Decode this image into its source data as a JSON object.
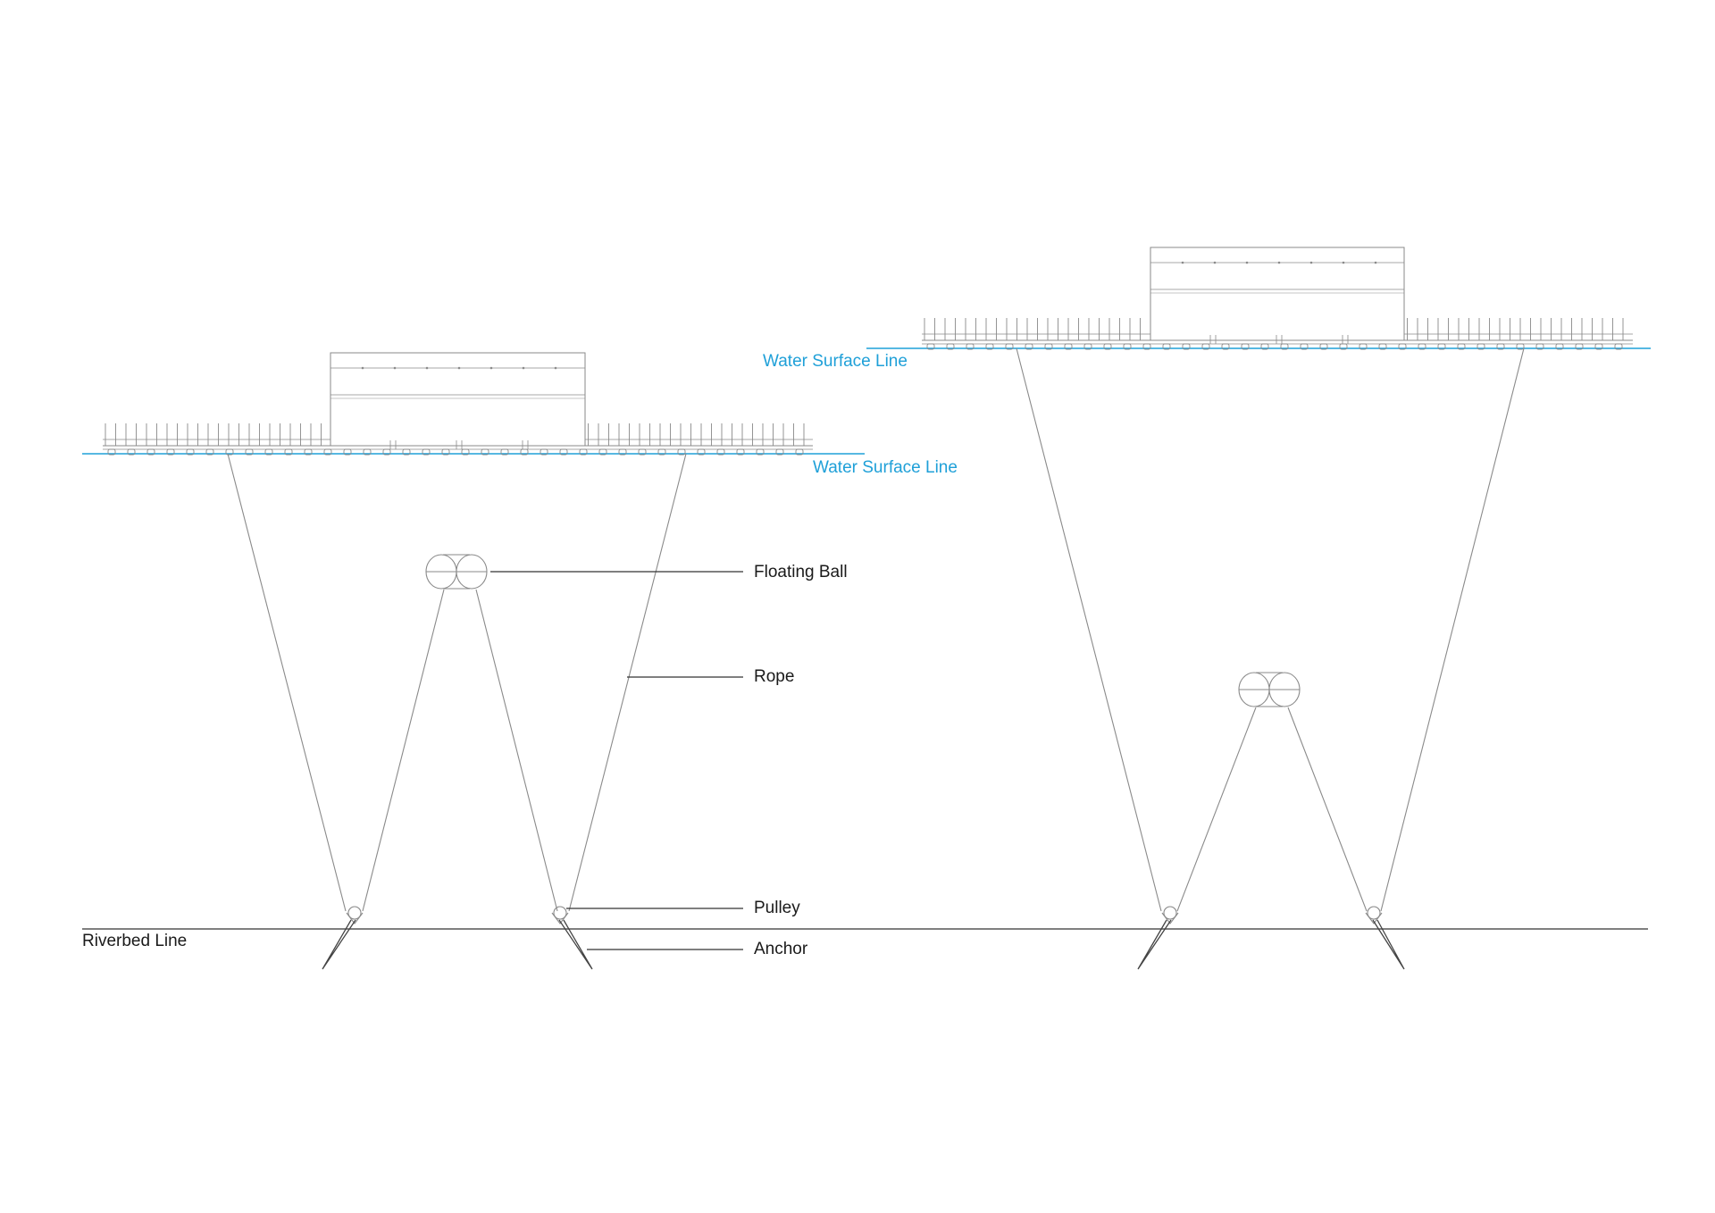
{
  "labels": {
    "water_surface_left": "Water Surface Line",
    "water_surface_right": "Water Surface Line",
    "floating_ball": "Floating Ball",
    "rope": "Rope",
    "pulley": "Pulley",
    "anchor": "Anchor",
    "riverbed": "Riverbed Line"
  },
  "colors": {
    "water_line": "#1fa0d8",
    "linework": "#8a8a8a",
    "leader": "#333333",
    "riverbed": "#555555",
    "text": "#1a1a1a"
  }
}
